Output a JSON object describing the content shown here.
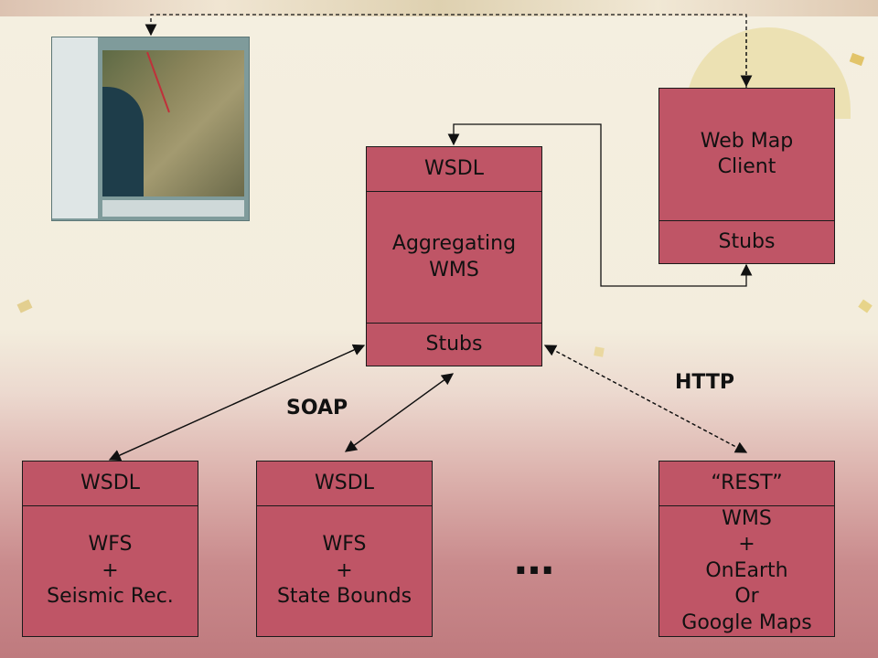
{
  "diagram": {
    "web_map_client": {
      "title": "Web Map\nClient",
      "stubs": "Stubs"
    },
    "aggregating_wms": {
      "wsdl": "WSDL",
      "title": "Aggregating\nWMS",
      "stubs": "Stubs"
    },
    "wfs_seismic": {
      "wsdl": "WSDL",
      "title": "WFS\n+\nSeismic Rec."
    },
    "wfs_state": {
      "wsdl": "WSDL",
      "title": "WFS\n+\nState Bounds"
    },
    "wms_onearth": {
      "rest": "“REST”",
      "title": "WMS\n+\nOnEarth\nOr\nGoogle Maps"
    },
    "soap_label": "SOAP",
    "http_label": "HTTP",
    "ellipsis": "…"
  },
  "colors": {
    "box_fill": "#bf5566",
    "border": "#1a1a1a",
    "map_land": "#7d7a55",
    "map_water": "#1e3d4a",
    "panel": "#7f9b9b"
  },
  "thumbnail": {
    "icon": "map-screenshot-thumbnail"
  }
}
